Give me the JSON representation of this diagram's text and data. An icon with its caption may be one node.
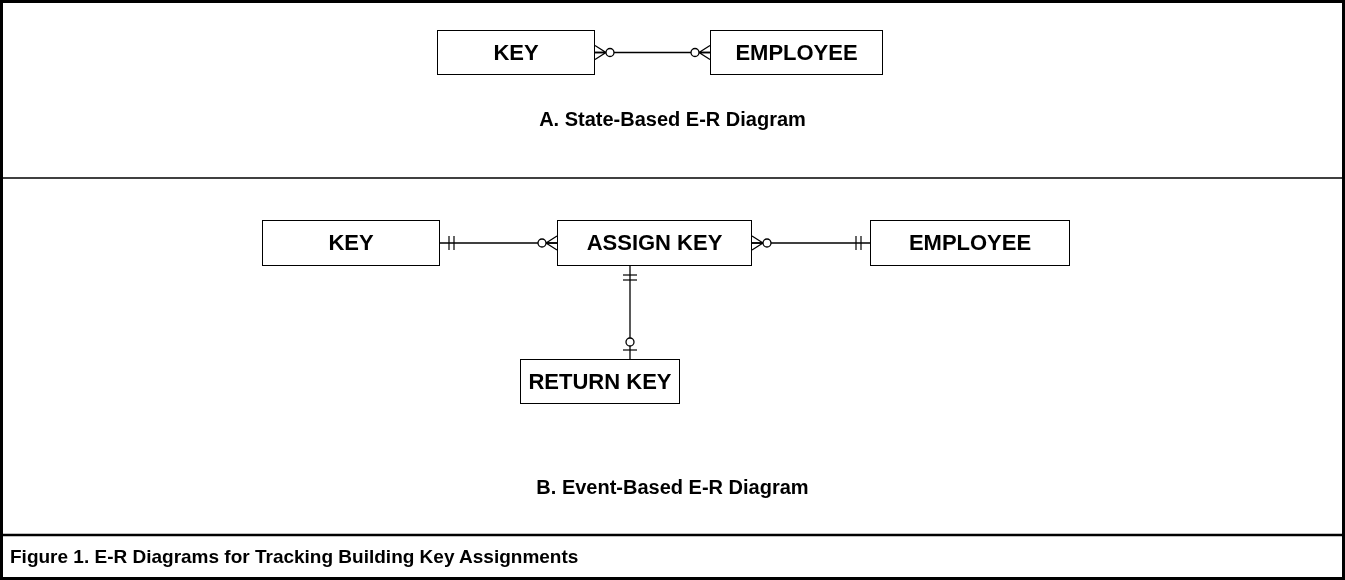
{
  "diagram": {
    "caption": "Figure 1.  E-R Diagrams for Tracking Building Key Assignments",
    "nodes": [
      {
        "text": [
          "KEY"
        ]
      },
      {
        "text": [
          "EMPLOYEE"
        ]
      },
      {
        "text": [
          "KEY"
        ]
      },
      {
        "text": [
          "ASSIGN KEY"
        ]
      },
      {
        "text": [
          "EMPLOYEE"
        ]
      },
      {
        "text": [
          "RETURN KEY"
        ]
      }
    ],
    "edges": [
      {
        "from": 0,
        "to": 1,
        "arrow": "other"
      },
      {
        "from": 2,
        "to": 3,
        "arrow": "other"
      },
      {
        "from": 3,
        "to": 4,
        "arrow": "other"
      },
      {
        "from": 3,
        "to": 5,
        "arrow": "other"
      }
    ],
    "labels": [
      "A.  State-Based E-R Diagram",
      "B.  Event-Based E-R Diagram"
    ]
  }
}
